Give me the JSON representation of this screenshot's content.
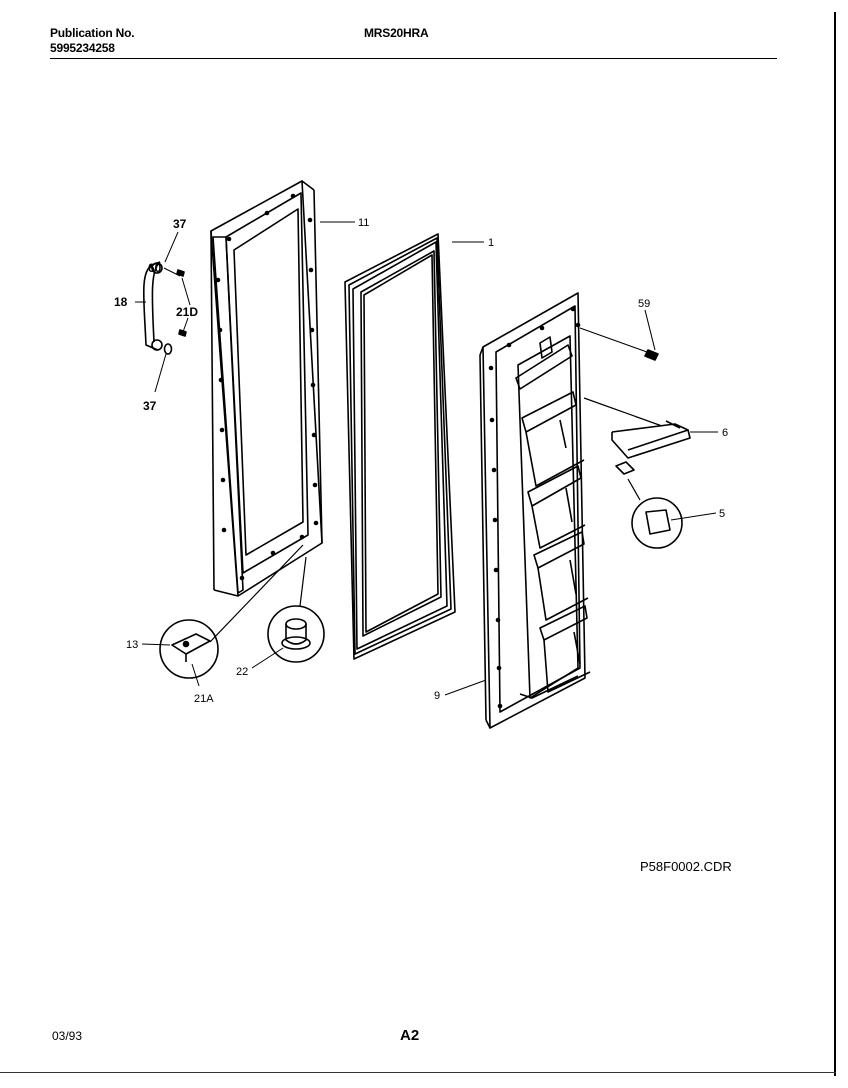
{
  "header": {
    "publication_label": "Publication No.",
    "publication_number": "5995234258",
    "model": "MRS20HRA"
  },
  "diagram": {
    "callouts": [
      "37",
      "60",
      "18",
      "21D",
      "37",
      "11",
      "1",
      "59",
      "6",
      "5",
      "13",
      "22",
      "21A",
      "9"
    ],
    "file_name": "P58F0002.CDR"
  },
  "footer": {
    "date": "03/93",
    "page": "A2"
  }
}
